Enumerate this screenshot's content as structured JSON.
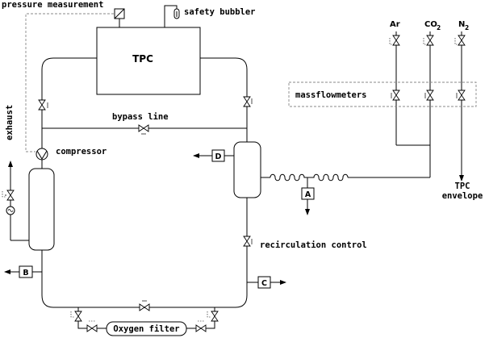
{
  "labels": {
    "pressure_measurement": "pressure measurement",
    "safety_bubbler": "safety bubbler",
    "tpc": "TPC",
    "bypass_line": "bypass line",
    "exhaust": "exhaust",
    "compressor": "compressor",
    "massflowmeters": "massflowmeters",
    "recirculation_control": "recirculation control",
    "oxygen_filter": "Oxygen filter",
    "tpc_envelope_1": "TPC",
    "tpc_envelope_2": "envelope"
  },
  "gases": [
    {
      "base": "Ar",
      "sub": ""
    },
    {
      "base": "CO",
      "sub": "2"
    },
    {
      "base": "N",
      "sub": "2"
    }
  ],
  "ports": {
    "a": "A",
    "b": "B",
    "c": "C",
    "d": "D"
  }
}
